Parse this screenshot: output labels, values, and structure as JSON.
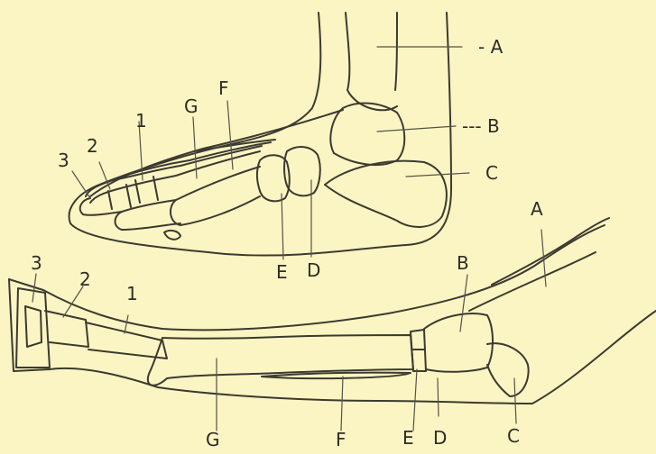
{
  "top_figure": {
    "labels": {
      "A": "A",
      "B": "B",
      "C": "C",
      "D": "D",
      "E": "E",
      "F": "F",
      "G": "G",
      "digit_1": "1",
      "digit_2": "2",
      "digit_3": "3"
    },
    "leader_prefix_A": "- ",
    "leader_prefix_B": "--- "
  },
  "bottom_figure": {
    "labels": {
      "A": "A",
      "B": "B",
      "C": "C",
      "D": "D",
      "E": "E",
      "F": "F",
      "G": "G",
      "digit_1": "1",
      "digit_2": "2",
      "digit_3": "3"
    }
  },
  "colors": {
    "background": "#fbf5c3",
    "ink": "#3c3a30"
  }
}
